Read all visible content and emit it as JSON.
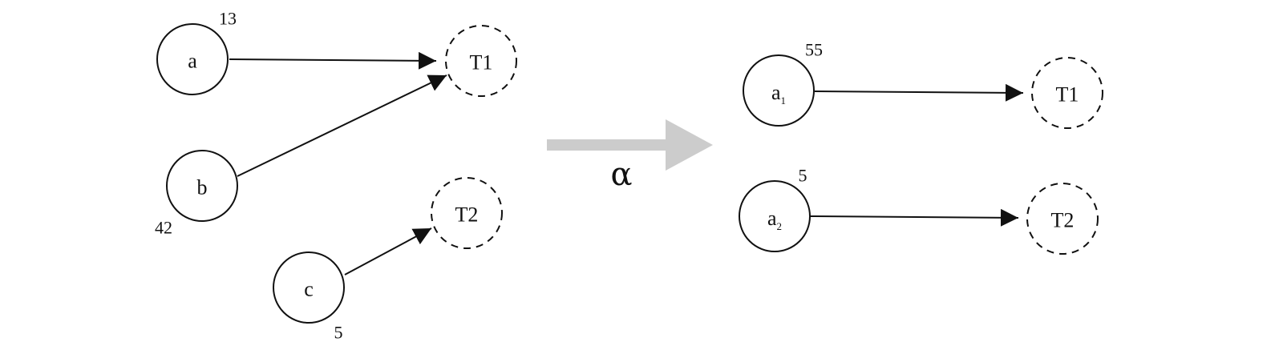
{
  "left": {
    "nodes": [
      {
        "id": "a",
        "label": "a",
        "weight": "13"
      },
      {
        "id": "b",
        "label": "b",
        "weight": "42"
      },
      {
        "id": "c",
        "label": "c",
        "weight": "5"
      }
    ],
    "targets": [
      {
        "id": "T1",
        "label": "T1"
      },
      {
        "id": "T2",
        "label": "T2"
      }
    ],
    "edges": [
      {
        "from": "a",
        "to": "T1"
      },
      {
        "from": "b",
        "to": "T1"
      },
      {
        "from": "c",
        "to": "T2"
      }
    ]
  },
  "transform": {
    "symbol": "α"
  },
  "right": {
    "nodes": [
      {
        "id": "a1",
        "label": "a",
        "subscript": "1",
        "weight": "55"
      },
      {
        "id": "a2",
        "label": "a",
        "subscript": "2",
        "weight": "5"
      }
    ],
    "targets": [
      {
        "id": "T1",
        "label": "T1"
      },
      {
        "id": "T2",
        "label": "T2"
      }
    ],
    "edges": [
      {
        "from": "a1",
        "to": "T1"
      },
      {
        "from": "a2",
        "to": "T2"
      }
    ]
  },
  "colors": {
    "stroke": "#111111",
    "arrow": "#cccccc"
  }
}
